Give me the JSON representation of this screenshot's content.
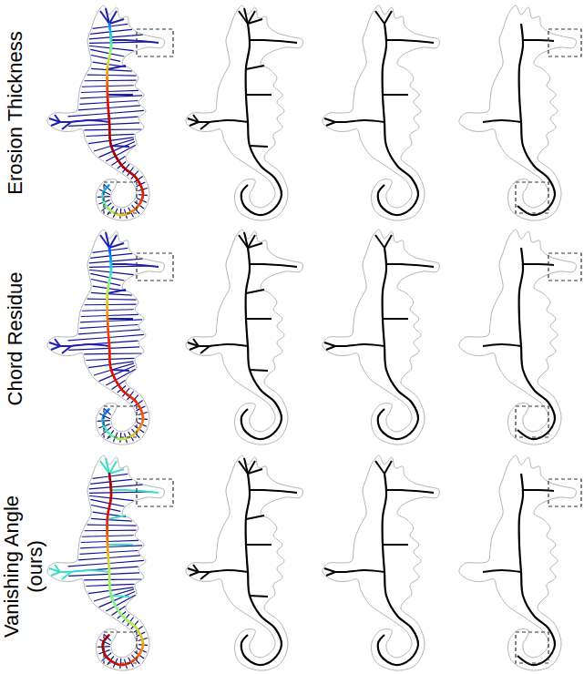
{
  "diagram": {
    "labels": [
      "Erosion Thickness",
      "Chord Residue",
      "Vanishing Angle (ours)"
    ]
  }
}
